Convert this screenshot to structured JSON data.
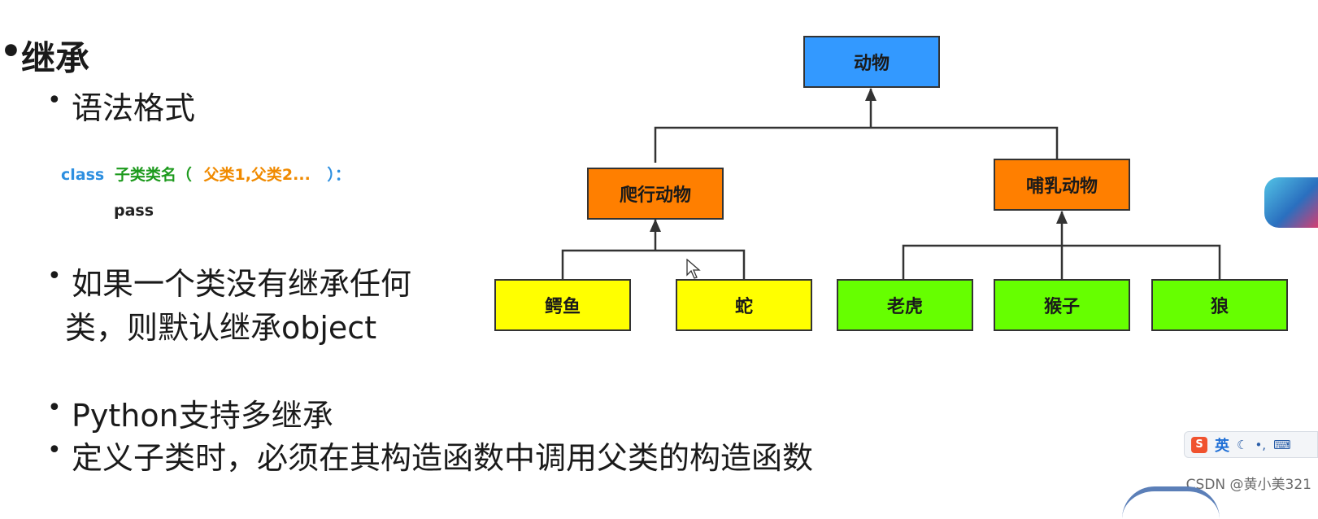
{
  "heading": {
    "bullet": "•",
    "title": "继承"
  },
  "bullets": [
    {
      "bullet": "•",
      "text": "语法格式"
    },
    {
      "bullet": "•",
      "line1": "如果一个类没有继承任何",
      "line2": "类，则默认继承object"
    },
    {
      "bullet": "•",
      "text": "Python支持多继承"
    },
    {
      "bullet": "•",
      "text": "定义子类时，必须在其构造函数中调用父类的构造函数"
    }
  ],
  "code": {
    "keyword": "class",
    "class_name": "子类类名（",
    "parents": "父类1,父类2...",
    "close": "）：",
    "body": "pass"
  },
  "diagram": {
    "root": {
      "label": "动物",
      "color": "#3399ff"
    },
    "mid": [
      {
        "label": "爬行动物",
        "color": "#ff7f00"
      },
      {
        "label": "哺乳动物",
        "color": "#ff7f00"
      }
    ],
    "leaves": [
      {
        "label": "鳄鱼",
        "color": "#ffff00"
      },
      {
        "label": "蛇",
        "color": "#ffff00"
      },
      {
        "label": "老虎",
        "color": "#66ff00"
      },
      {
        "label": "猴子",
        "color": "#66ff00"
      },
      {
        "label": "狼",
        "color": "#66ff00"
      }
    ]
  },
  "ime": {
    "logo": "S",
    "lang": "英",
    "moon": "☾",
    "punct": "•,",
    "keyboard": "⌨"
  },
  "watermark": "CSDN @黄小美321"
}
